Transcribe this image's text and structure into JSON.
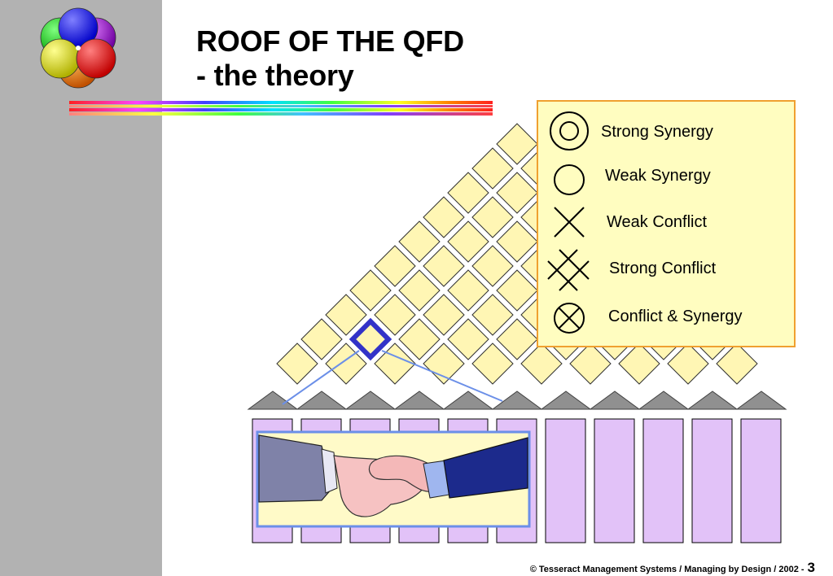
{
  "slide": {
    "title_line1": "ROOF OF THE QFD",
    "title_line2": "- the theory"
  },
  "legend": [
    {
      "symbol": "double-circle-icon",
      "label": "Strong Synergy"
    },
    {
      "symbol": "circle-icon",
      "label": "Weak Synergy"
    },
    {
      "symbol": "cross-icon",
      "label": "Weak Conflict"
    },
    {
      "symbol": "double-cross-icon",
      "label": "Strong Conflict"
    },
    {
      "symbol": "crossed-circle-icon",
      "label": "Conflict & Synergy"
    }
  ],
  "footer": {
    "copyright": "© Tesseract Management Systems / Managing by Design / 2002  -",
    "page_number": "3"
  },
  "colors": {
    "sidebar": "#b2b2b2",
    "roof_cell": "#fff6b4",
    "column": "#e2c2f8",
    "highlight": "#3232c8",
    "legend_bg": "#fffdc0",
    "legend_border": "#f0a030"
  },
  "roof": {
    "columns": 11,
    "highlighted_cell": [
      1,
      3
    ]
  },
  "images": {
    "handshake": "handshake-illustration"
  }
}
